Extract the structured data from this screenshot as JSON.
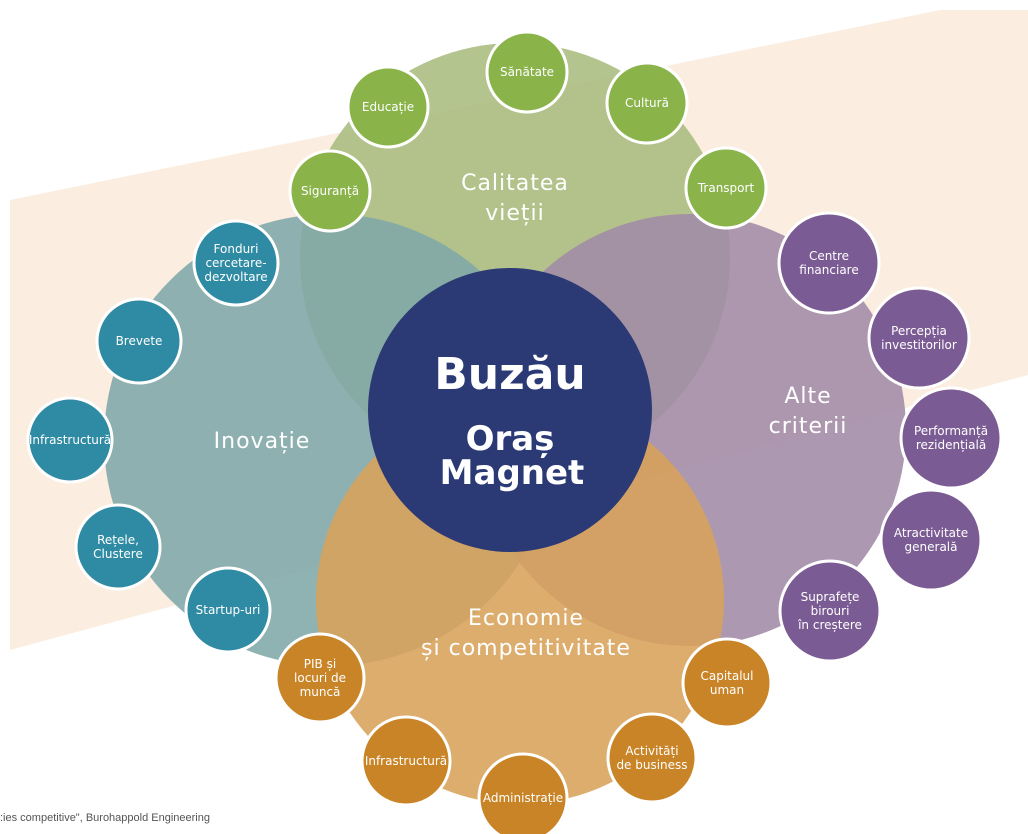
{
  "center": {
    "brand": "Buzău",
    "tagline_line1": "Oraș",
    "tagline_line2": "Magnet"
  },
  "petals": [
    {
      "key": "top",
      "title": [
        "Calitatea",
        "vieții"
      ],
      "color": "#a9bc7e"
    },
    {
      "key": "left",
      "title": [
        "Inovație"
      ],
      "color": "#7fa7a9"
    },
    {
      "key": "right",
      "title": [
        "Alte",
        "criterii"
      ],
      "color": "#a08ba6"
    },
    {
      "key": "bottom",
      "title": [
        "Economie",
        "și competitivitate"
      ],
      "color": "#d8a25a"
    }
  ],
  "satellites": {
    "top": {
      "color": "#8ab34a",
      "items": [
        [
          "Siguranță"
        ],
        [
          "Educație"
        ],
        [
          "Sănătate"
        ],
        [
          "Cultură"
        ],
        [
          "Transport"
        ]
      ]
    },
    "left": {
      "color": "#2f8ba3",
      "items": [
        [
          "Fonduri",
          "cercetare-",
          "dezvoltare"
        ],
        [
          "Brevete"
        ],
        [
          "Infrastructură"
        ],
        [
          "Rețele,",
          "Clustere"
        ],
        [
          "Startup-uri"
        ]
      ]
    },
    "right": {
      "color": "#7b5b93",
      "items": [
        [
          "Centre",
          "financiare"
        ],
        [
          "Percepția",
          "investitorilor"
        ],
        [
          "Performanță",
          "rezidențială"
        ],
        [
          "Atractivitate",
          "generală"
        ],
        [
          "Suprafețe",
          "birouri",
          "în creștere"
        ]
      ]
    },
    "bottom": {
      "color": "#c98427",
      "items": [
        [
          "PIB și",
          "locuri de",
          "muncă"
        ],
        [
          "Infrastructură"
        ],
        [
          "Administrație"
        ],
        [
          "Activități",
          "de business"
        ],
        [
          "Capitalul",
          "uman"
        ]
      ]
    }
  },
  "source_text": ":ies competitive\", Burohappold Engineering"
}
